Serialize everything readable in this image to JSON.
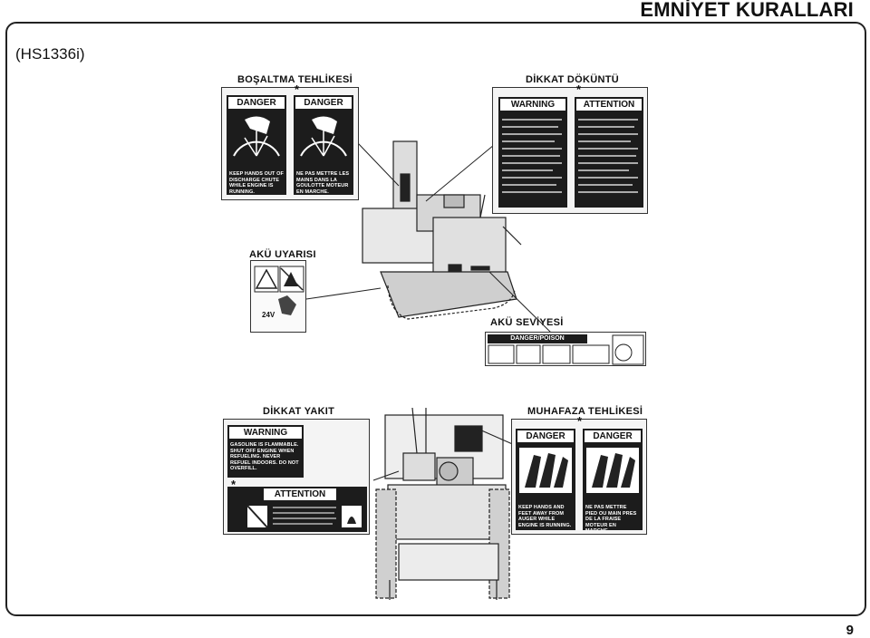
{
  "header": {
    "title": "EMNİYET KURALLARI"
  },
  "model": "(HS1336i)",
  "captions": {
    "discharge": "BOŞALTMA TEHLİKESİ",
    "debris": "DİKKAT DÖKÜNTÜ",
    "battery_warning": "AKÜ UYARISI",
    "battery_level": "AKÜ SEVİYESİ",
    "fuel": "DİKKAT YAKIT",
    "guard": "MUHAFAZA TEHLİKESİ"
  },
  "decals": {
    "discharge_en_header": "DANGER",
    "discharge_en_text": "KEEP HANDS OUT OF DISCHARGE CHUTE WHILE ENGINE IS RUNNING.",
    "discharge_fr_header": "DANGER",
    "discharge_fr_text": "NE PAS METTRE LES MAINS DANS LA GOULOTTE MOTEUR EN MARCHE.",
    "debris_en_header": "WARNING",
    "debris_fr_header": "ATTENTION",
    "battery_voltage": "24V",
    "battery_level_header": "DANGER/POISON",
    "fuel_warning_header": "WARNING",
    "fuel_warning_text": "GASOLINE IS FLAMMABLE. SHUT OFF ENGINE WHEN REFUELING. NEVER REFUEL INDOORS. DO NOT OVERFILL.",
    "fuel_attention_header": "ATTENTION",
    "guard_en_header": "DANGER",
    "guard_en_text": "KEEP HANDS AND FEET AWAY FROM AUGER WHILE ENGINE IS RUNNING.",
    "guard_fr_header": "DANGER",
    "guard_fr_text": "NE PAS METTRE PIED OU MAIN PRES DE LA FRAISE MOTEUR EN MARCHE.",
    "star": "*"
  },
  "page_number": "9"
}
